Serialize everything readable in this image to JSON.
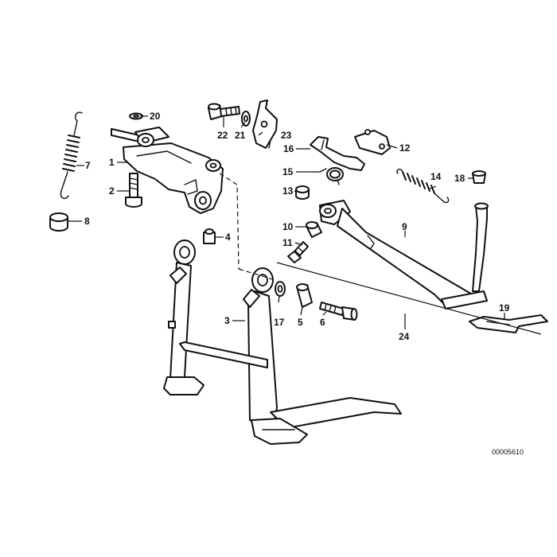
{
  "diagram": {
    "callouts": [
      {
        "id": "p1",
        "label": "1"
      },
      {
        "id": "p2",
        "label": "2"
      },
      {
        "id": "p3",
        "label": "3"
      },
      {
        "id": "p4",
        "label": "4"
      },
      {
        "id": "p5",
        "label": "5"
      },
      {
        "id": "p6",
        "label": "6"
      },
      {
        "id": "p7",
        "label": "7"
      },
      {
        "id": "p8",
        "label": "8"
      },
      {
        "id": "p9",
        "label": "9"
      },
      {
        "id": "p10",
        "label": "10"
      },
      {
        "id": "p11",
        "label": "11"
      },
      {
        "id": "p12",
        "label": "12"
      },
      {
        "id": "p13",
        "label": "13"
      },
      {
        "id": "p14",
        "label": "14"
      },
      {
        "id": "p15",
        "label": "15"
      },
      {
        "id": "p16",
        "label": "16"
      },
      {
        "id": "p17",
        "label": "17"
      },
      {
        "id": "p18",
        "label": "18"
      },
      {
        "id": "p19",
        "label": "19"
      },
      {
        "id": "p20",
        "label": "20"
      },
      {
        "id": "p21",
        "label": "21"
      },
      {
        "id": "p22",
        "label": "22"
      },
      {
        "id": "p23",
        "label": "23"
      },
      {
        "id": "p24",
        "label": "24"
      }
    ],
    "drawing_code": "00005610"
  }
}
